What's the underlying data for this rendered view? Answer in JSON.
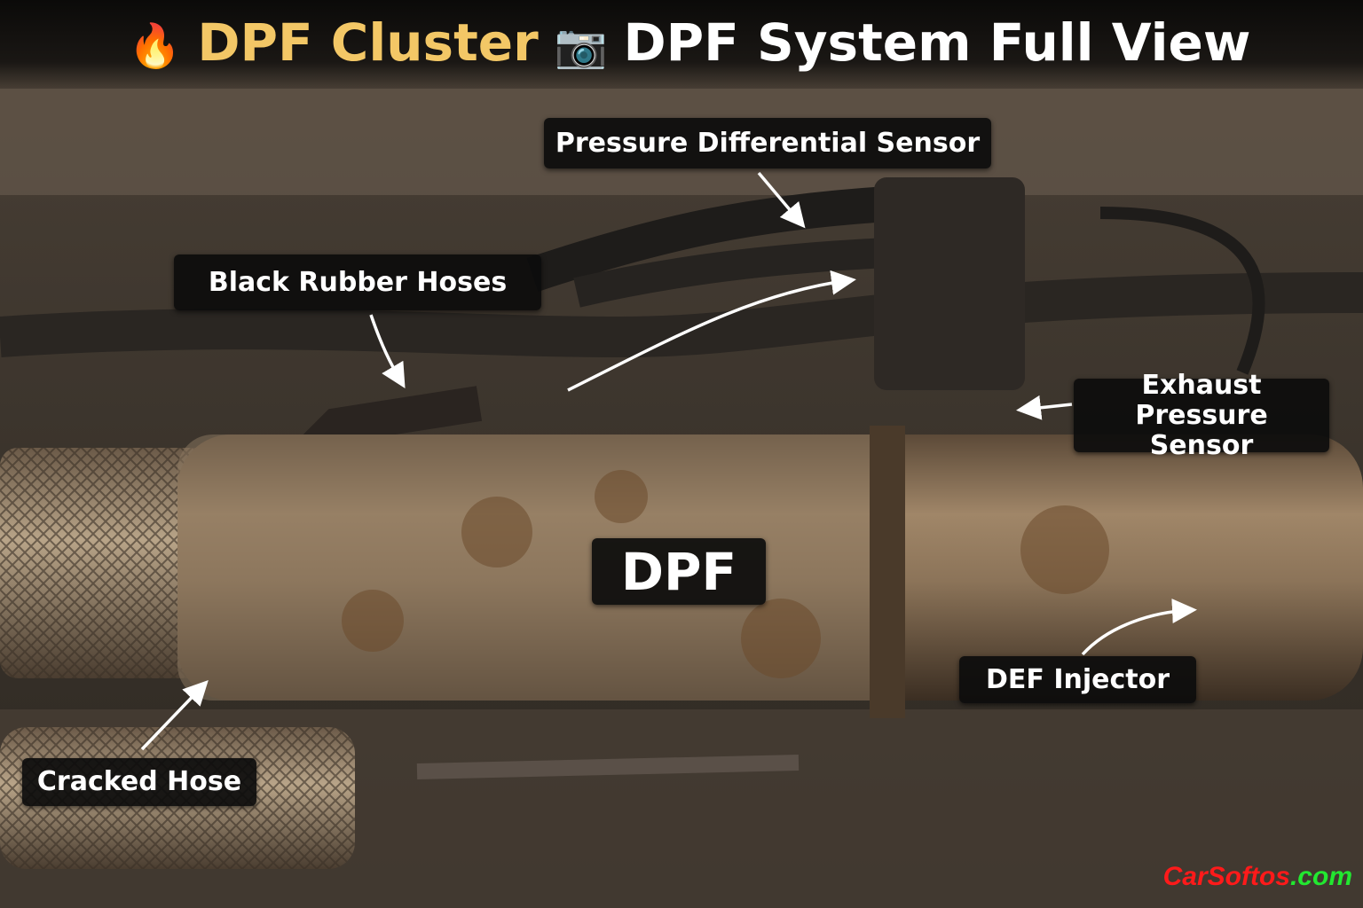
{
  "title": {
    "fire_icon": "fire-icon",
    "part1": "DPF Cluster",
    "camera_icon": "camera-icon",
    "part2": "DPF System Full View"
  },
  "labels": {
    "pressure_differential_sensor": "Pressure Differential Sensor",
    "black_rubber_hoses": "Black Rubber Hoses",
    "exhaust_pressure_sensor_line1": "Exhaust Pressure",
    "exhaust_pressure_sensor_line2": "Sensor",
    "dpf": "DPF",
    "def_injector": "DEF Injector",
    "cracked_hose": "Cracked Hose"
  },
  "watermark": {
    "brand": "CarSoftos",
    "tld": ".com"
  },
  "colors": {
    "title_accent": "#f3c766",
    "watermark_red": "#ff1a1a",
    "watermark_green": "#22e830"
  }
}
